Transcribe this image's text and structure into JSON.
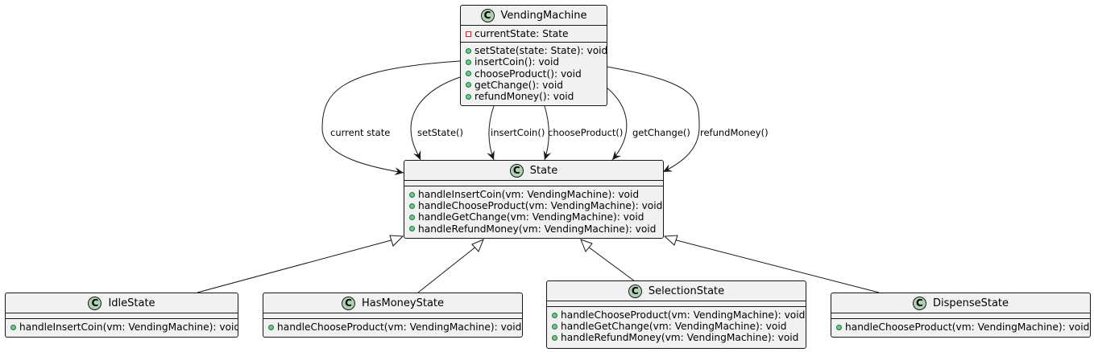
{
  "classes": {
    "vending_machine": {
      "name": "VendingMachine",
      "fields": [
        "currentState: State"
      ],
      "methods": [
        "setState(state: State): void",
        "insertCoin(): void",
        "chooseProduct(): void",
        "getChange(): void",
        "refundMoney(): void"
      ]
    },
    "state": {
      "name": "State",
      "methods": [
        "handleInsertCoin(vm: VendingMachine): void",
        "handleChooseProduct(vm: VendingMachine): void",
        "handleGetChange(vm: VendingMachine): void",
        "handleRefundMoney(vm: VendingMachine): void"
      ]
    },
    "idle_state": {
      "name": "IdleState",
      "methods": [
        "handleInsertCoin(vm: VendingMachine): void"
      ]
    },
    "has_money_state": {
      "name": "HasMoneyState",
      "methods": [
        "handleChooseProduct(vm: VendingMachine): void"
      ]
    },
    "selection_state": {
      "name": "SelectionState",
      "methods": [
        "handleChooseProduct(vm: VendingMachine): void",
        "handleGetChange(vm: VendingMachine): void",
        "handleRefundMoney(vm: VendingMachine): void"
      ]
    },
    "dispense_state": {
      "name": "DispenseState",
      "methods": [
        "handleChooseProduct(vm: VendingMachine): void"
      ]
    }
  },
  "class_badge": "C",
  "edge_labels": [
    "current state",
    "setState()",
    "insertCoin()",
    "chooseProduct()",
    "getChange()",
    "refundMoney()"
  ],
  "colors": {
    "class_fill": "#f1f1f1",
    "border": "#181818",
    "badge": "#add1b2",
    "public_dot": "#84be84",
    "private_square": "#c82930"
  }
}
